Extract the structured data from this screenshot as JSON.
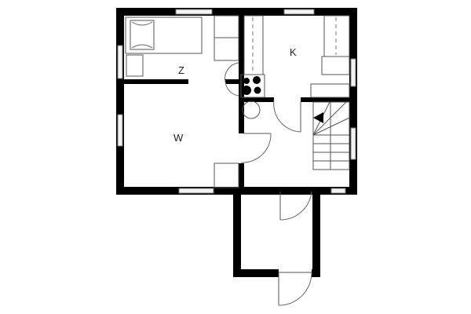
{
  "floor_plan": {
    "rooms": [
      {
        "id": "z",
        "label": "Z",
        "meaning": "bedroom"
      },
      {
        "id": "k",
        "label": "K",
        "meaning": "kitchen"
      },
      {
        "id": "w",
        "label": "W",
        "meaning": "living room"
      }
    ],
    "colors": {
      "wall": "#000000",
      "background": "#ffffff",
      "fixture_line": "#555555"
    }
  }
}
